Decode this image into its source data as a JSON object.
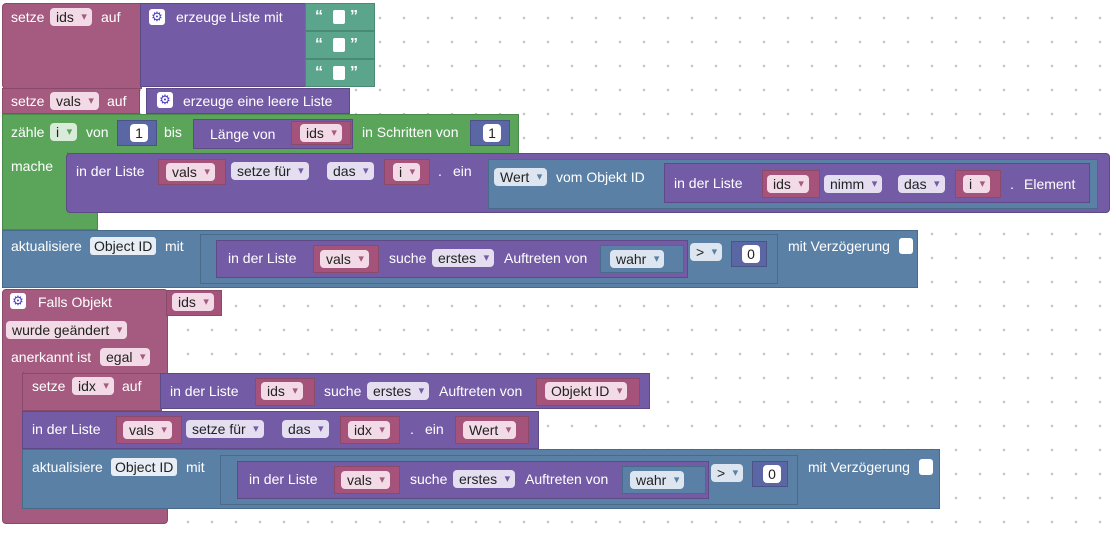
{
  "block1": {
    "set_label": "setze",
    "var": "ids",
    "to_label": "auf",
    "create_list_label": "erzeuge Liste mit",
    "quote_open": "“",
    "quote_close": "”"
  },
  "block2": {
    "set_label": "setze",
    "var": "vals",
    "to_label": "auf",
    "create_empty_label": "erzeuge eine leere Liste"
  },
  "loop": {
    "count_label": "zähle",
    "var": "i",
    "from_label": "von",
    "from_value": "1",
    "to_label": "bis",
    "length_label": "Länge von",
    "length_var": "ids",
    "step_label": "in Schritten von",
    "step_value": "1",
    "do_label": "mache"
  },
  "loop_body": {
    "in_list_label": "in der Liste",
    "list_var": "vals",
    "mode": "setze für",
    "where": "das",
    "index_var": "i",
    "dot": ".",
    "as_label": "ein",
    "attr": "Wert",
    "of_object_label": "vom Objekt ID",
    "inner_in_list_label": "in der Liste",
    "inner_list_var": "ids",
    "inner_mode": "nimm",
    "inner_where": "das",
    "inner_index_var": "i",
    "inner_dot": ".",
    "inner_element_label": "Element"
  },
  "update1": {
    "update_label": "aktualisiere",
    "object_id": "Object ID",
    "with_label": "mit",
    "in_list_label": "in der Liste",
    "list_var": "vals",
    "find_label": "suche",
    "find_mode": "erstes",
    "occurrence_label": "Auftreten von",
    "find_value": "wahr",
    "operator": ">",
    "compare_value": "0",
    "delay_label": "mit Verzögerung"
  },
  "trigger": {
    "if_object_label": "Falls Objekt",
    "var": "ids",
    "changed_option": "wurde geändert",
    "ack_label": "anerkannt ist",
    "ack_value": "egal"
  },
  "trigger_body": {
    "set_label": "setze",
    "var": "idx",
    "to_label": "auf",
    "in_list_label": "in der Liste",
    "list_var": "ids",
    "find_label": "suche",
    "find_mode": "erstes",
    "occurrence_label": "Auftreten von",
    "find_value": "Objekt ID"
  },
  "trigger_body2": {
    "in_list_label": "in der Liste",
    "list_var": "vals",
    "mode": "setze für",
    "where": "das",
    "index_var": "idx",
    "dot": ".",
    "as_label": "ein",
    "value": "Wert"
  },
  "update2": {
    "update_label": "aktualisiere",
    "object_id": "Object ID",
    "with_label": "mit",
    "in_list_label": "in der Liste",
    "list_var": "vals",
    "find_label": "suche",
    "find_mode": "erstes",
    "occurrence_label": "Auftreten von",
    "find_value": "wahr",
    "operator": ">",
    "compare_value": "0",
    "delay_label": "mit Verzögerung"
  },
  "icons": {
    "gear": "⚙"
  }
}
